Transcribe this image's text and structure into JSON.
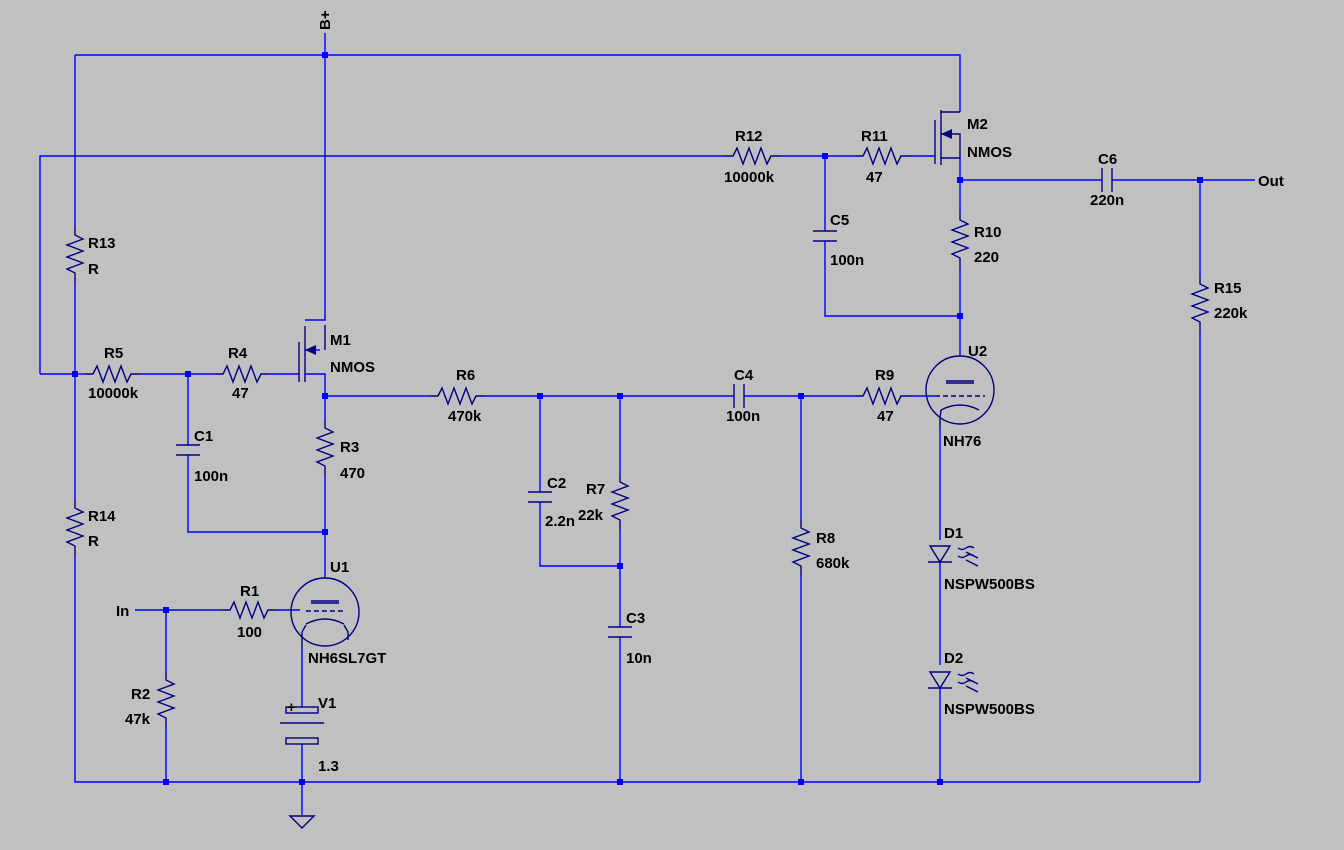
{
  "nets": {
    "supply": "B+",
    "input": "In",
    "output": "Out"
  },
  "components": {
    "R1": {
      "ref": "R1",
      "value": "100"
    },
    "R2": {
      "ref": "R2",
      "value": "47k"
    },
    "R3": {
      "ref": "R3",
      "value": "470"
    },
    "R4": {
      "ref": "R4",
      "value": "47"
    },
    "R5": {
      "ref": "R5",
      "value": "10000k"
    },
    "R6": {
      "ref": "R6",
      "value": "470k"
    },
    "R7": {
      "ref": "R7",
      "value": "22k"
    },
    "R8": {
      "ref": "R8",
      "value": "680k"
    },
    "R9": {
      "ref": "R9",
      "value": "47"
    },
    "R10": {
      "ref": "R10",
      "value": "220"
    },
    "R11": {
      "ref": "R11",
      "value": "47"
    },
    "R12": {
      "ref": "R12",
      "value": "10000k"
    },
    "R13": {
      "ref": "R13",
      "value": "R"
    },
    "R14": {
      "ref": "R14",
      "value": "R"
    },
    "R15": {
      "ref": "R15",
      "value": "220k"
    },
    "C1": {
      "ref": "C1",
      "value": "100n"
    },
    "C2": {
      "ref": "C2",
      "value": "2.2n"
    },
    "C3": {
      "ref": "C3",
      "value": "10n"
    },
    "C4": {
      "ref": "C4",
      "value": "100n"
    },
    "C5": {
      "ref": "C5",
      "value": "100n"
    },
    "C6": {
      "ref": "C6",
      "value": "220n"
    },
    "M1": {
      "ref": "M1",
      "value": "NMOS"
    },
    "M2": {
      "ref": "M2",
      "value": "NMOS"
    },
    "U1": {
      "ref": "U1",
      "value": "NH6SL7GT"
    },
    "U2": {
      "ref": "U2",
      "value": "NH76"
    },
    "V1": {
      "ref": "V1",
      "value": "1.3",
      "polarity": "+"
    },
    "D1": {
      "ref": "D1",
      "value": "NSPW500BS"
    },
    "D2": {
      "ref": "D2",
      "value": "NSPW500BS"
    }
  },
  "colors": {
    "background": "#c0c0c0",
    "wire": "#0000ff",
    "component": "#000080",
    "text": "#000000"
  }
}
